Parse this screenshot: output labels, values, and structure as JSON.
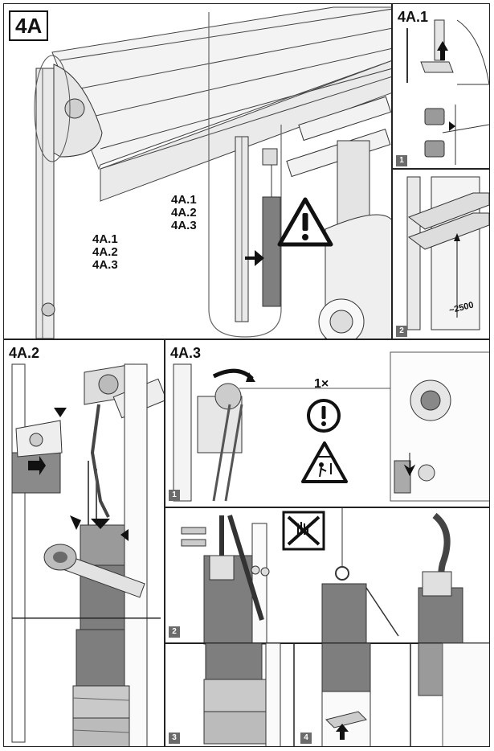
{
  "panels": {
    "main": {
      "label": "4A",
      "refs_left": [
        "4A.1",
        "4A.2",
        "4A.3"
      ],
      "refs_right": [
        "4A.1",
        "4A.2",
        "4A.3"
      ]
    },
    "p4a1": {
      "label": "4A.1",
      "step1": "1",
      "step2": "2",
      "dimension": "~2500"
    },
    "p4a2": {
      "label": "4A.2"
    },
    "p4a3": {
      "label": "4A.3",
      "count": "1×",
      "steps": [
        "1",
        "2",
        "3",
        "4"
      ]
    }
  },
  "icons": [
    "warning-triangle-icon",
    "caution-circle-icon",
    "falling-object-warning-icon",
    "hand-crush-warning-icon"
  ]
}
